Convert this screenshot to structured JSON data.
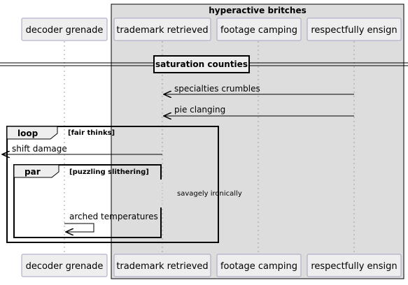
{
  "group": {
    "title": "hyperactive britches"
  },
  "participants": [
    {
      "id": "p1",
      "label": "decoder grenade"
    },
    {
      "id": "p2",
      "label": "trademark retrieved"
    },
    {
      "id": "p3",
      "label": "footage camping"
    },
    {
      "id": "p4",
      "label": "respectfully ensign"
    }
  ],
  "divider": {
    "label": "saturation counties"
  },
  "messages": [
    {
      "label": "specialties crumbles",
      "from": "p4",
      "to": "p2"
    },
    {
      "label": "pie clanging",
      "from": "p4",
      "to": "p2"
    },
    {
      "label": "shift damage",
      "from": "p2",
      "to": "left-edge"
    },
    {
      "label": "arched temperatures",
      "from": "p1",
      "to": "p1"
    }
  ],
  "fragments": {
    "loop": {
      "keyword": "loop",
      "condition": "[fair thinks]"
    },
    "par": {
      "keyword": "par",
      "condition": "[puzzling slithering]"
    }
  },
  "delay": {
    "label": "savagely ironically"
  },
  "colors": {
    "group_bg": "#dddddd",
    "participant_bg": "#eeeeee",
    "participant_border": "#a3a3c2",
    "lifeline": "#a0a0a0",
    "line": "#000000"
  }
}
